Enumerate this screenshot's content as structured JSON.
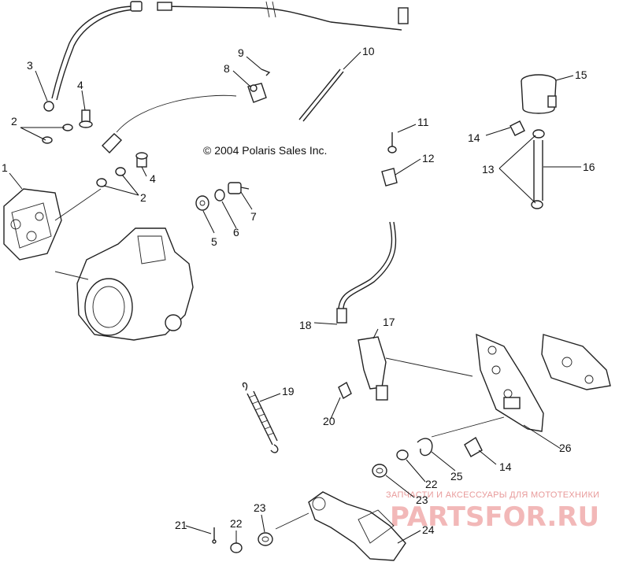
{
  "copyright": "© 2004 Polaris Sales Inc.",
  "watermark": {
    "tagline": "ЗАПЧАСТИ И АКСЕССУАРЫ ДЛЯ МОТОТЕХНИКИ",
    "brand": "PARTSFOR.RU",
    "color": "#e89a9a"
  },
  "callouts": {
    "c1": "1",
    "c2a": "2",
    "c2b": "2",
    "c3": "3",
    "c4a": "4",
    "c4b": "4",
    "c5": "5",
    "c6": "6",
    "c7": "7",
    "c8": "8",
    "c9": "9",
    "c10": "10",
    "c11": "11",
    "c12": "12",
    "c13": "13",
    "c14a": "14",
    "c14b": "14",
    "c15": "15",
    "c16": "16",
    "c17": "17",
    "c18": "18",
    "c19": "19",
    "c20": "20",
    "c21": "21",
    "c22a": "22",
    "c22b": "22",
    "c23a": "23",
    "c23b": "23",
    "c24": "24",
    "c25": "25",
    "c26": "26"
  }
}
